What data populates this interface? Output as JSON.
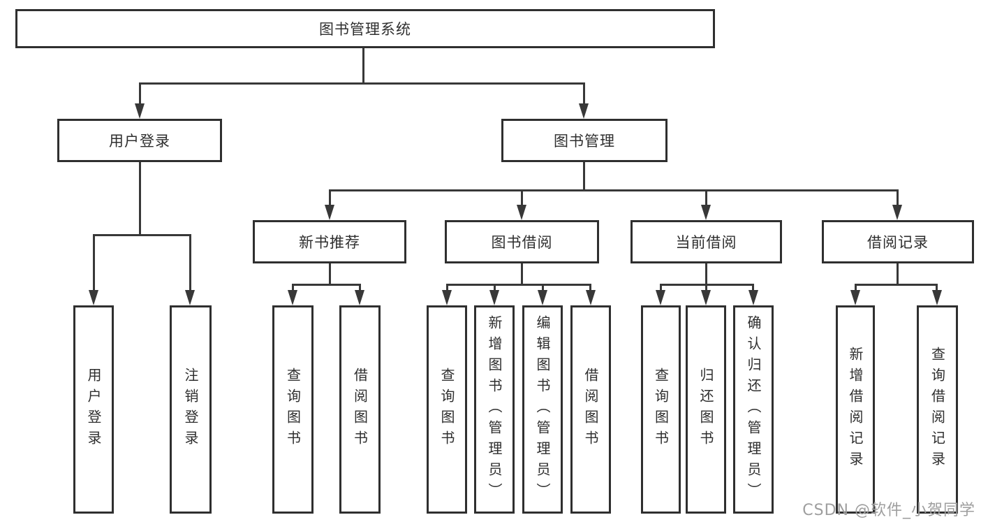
{
  "title": "图书管理系统",
  "watermark": "CSDN @软件_小贺同学",
  "colors": {
    "line": "#383838",
    "border": "#2f2f2f",
    "text": "#2e2e2e",
    "wm": "#9e9e9e",
    "bg": "#ffffff"
  },
  "nodes": {
    "root": {
      "label": "图书管理系统"
    },
    "user_login": {
      "label": "用户登录"
    },
    "book_mgmt": {
      "label": "图书管理"
    },
    "new_book_rec": {
      "label": "新书推荐"
    },
    "book_borrow": {
      "label": "图书借阅"
    },
    "current_borrow": {
      "label": "当前借阅"
    },
    "borrow_records": {
      "label": "借阅记录"
    },
    "leaves": {
      "user_login_group": [
        "用户登录",
        "注销登录"
      ],
      "new_book_rec_group": [
        "查询图书",
        "借阅图书"
      ],
      "book_borrow_group": [
        "查询图书",
        "新增图书（管理员）",
        "编辑图书（管理员）",
        "借阅图书"
      ],
      "current_borrow_group": [
        "查询图书",
        "归还图书",
        "确认归还（管理员）"
      ],
      "borrow_records_group": [
        "新增借阅记录",
        "查询借阅记录"
      ]
    }
  }
}
